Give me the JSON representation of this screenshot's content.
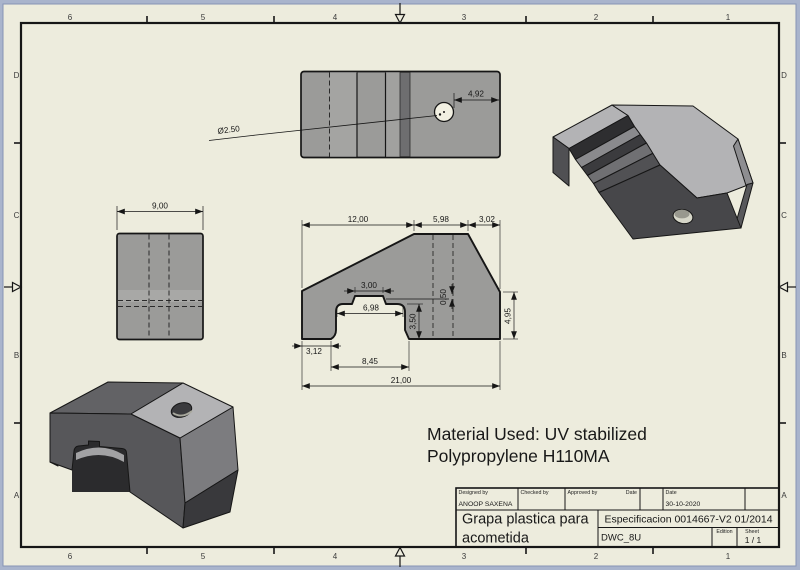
{
  "sheet": {
    "paper_color": "#edecdd",
    "part_fill": "#9b9b99",
    "line_color": "#161616"
  },
  "border": {
    "top_numbers": [
      "6",
      "5",
      "4",
      "3",
      "2",
      "1"
    ],
    "bottom_numbers": [
      "6",
      "5",
      "4",
      "3",
      "2",
      "1"
    ],
    "left_letters": [
      "D",
      "C",
      "B",
      "A"
    ],
    "right_letters": [
      "D",
      "C",
      "B",
      "A"
    ]
  },
  "views": {
    "top_view": {
      "dims": {
        "hole_to_edge": "4,92",
        "hole_dia": "Ø2.50"
      }
    },
    "side_view": {
      "dims": {
        "depth": "9,00"
      }
    },
    "front_view": {
      "dims": {
        "top_left": "12,00",
        "top_flat": "5,98",
        "top_right": "3,02",
        "notch_width": "3,00",
        "slot_width": "6,98",
        "step_height": "0,50",
        "channel_depth": "3,50",
        "right_height": "4,95",
        "foot_width": "3,12",
        "channel_width": "8,45",
        "overall_width": "21,00"
      }
    }
  },
  "note": {
    "line1": "Material Used: UV stabilized",
    "line2": "Polypropylene H110MA"
  },
  "title_block": {
    "designed_by_label": "Designed by",
    "designed_by": "ANOOP SAXENA",
    "checked_by_label": "Checked by",
    "approved_by_label": "Approved by",
    "date_label": "Date",
    "date2_label": "Date",
    "date_value": "30-10-2020",
    "title_line1": "Grapa plastica para",
    "title_line2": "acometida",
    "spec": "Especificacion 0014667-V2 01/2014",
    "drawing_code": "DWC_8U",
    "edition_label": "Edition",
    "sheet_label": "Sheet",
    "sheet_value": "1 / 1"
  }
}
